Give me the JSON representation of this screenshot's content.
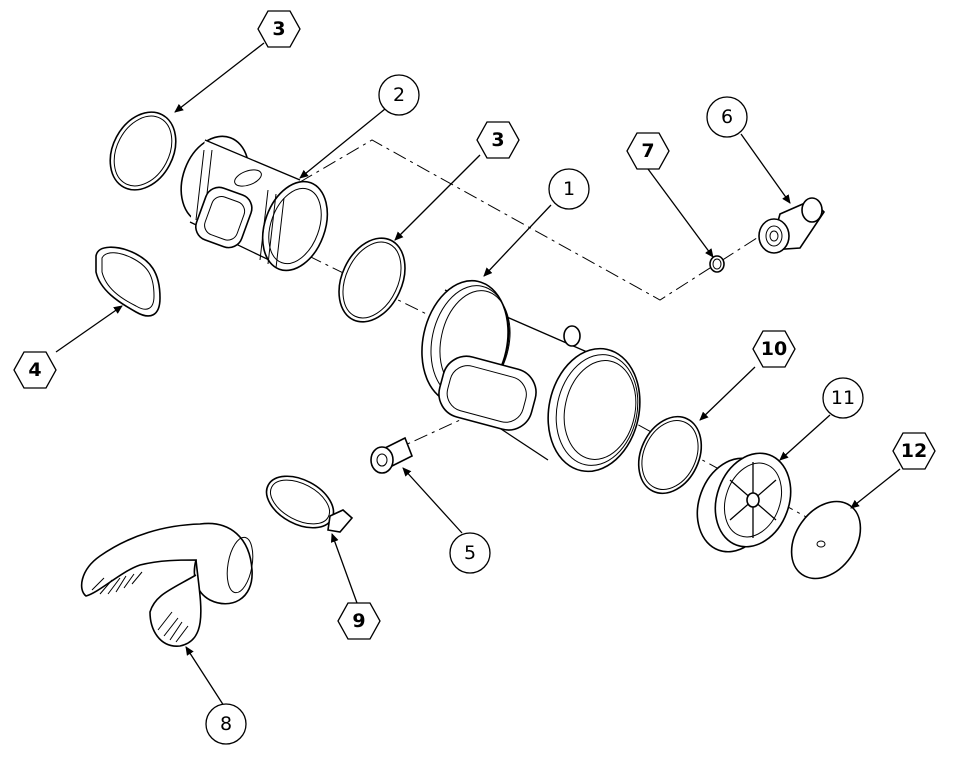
{
  "callouts": [
    {
      "id": "c1",
      "text": "1",
      "shape": "circle"
    },
    {
      "id": "c2",
      "text": "2",
      "shape": "circle"
    },
    {
      "id": "c3a",
      "text": "3",
      "shape": "hexagon"
    },
    {
      "id": "c3b",
      "text": "3",
      "shape": "hexagon"
    },
    {
      "id": "c4",
      "text": "4",
      "shape": "hexagon"
    },
    {
      "id": "c5",
      "text": "5",
      "shape": "circle"
    },
    {
      "id": "c6",
      "text": "6",
      "shape": "circle"
    },
    {
      "id": "c7",
      "text": "7",
      "shape": "hexagon"
    },
    {
      "id": "c8",
      "text": "8",
      "shape": "circle"
    },
    {
      "id": "c9",
      "text": "9",
      "shape": "hexagon"
    },
    {
      "id": "c10",
      "text": "10",
      "shape": "hexagon"
    },
    {
      "id": "c11",
      "text": "11",
      "shape": "circle"
    },
    {
      "id": "c12",
      "text": "12",
      "shape": "hexagon"
    }
  ]
}
